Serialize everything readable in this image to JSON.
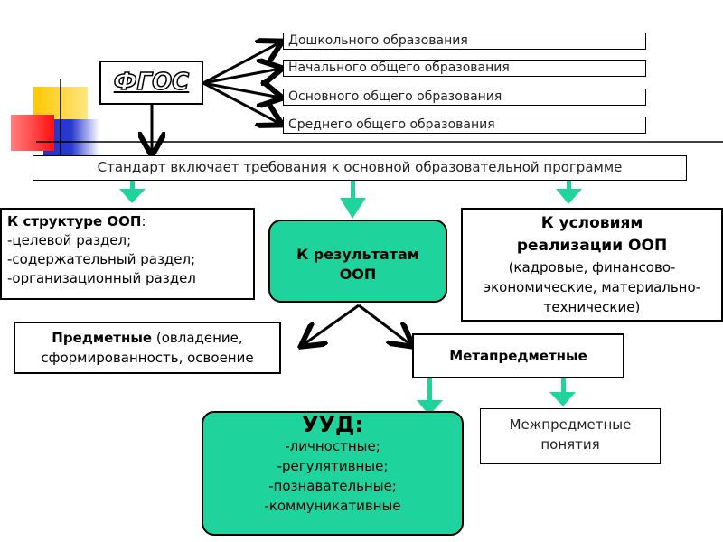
{
  "fgos": "ФГОС",
  "levels": [
    "Дошкольного образования",
    "Начального общего образования",
    "Основного общего образования",
    "Среднего общего образования"
  ],
  "standard": "Стандарт включает требования к основной образовательной программе",
  "structure": {
    "title": "К структуре ООП",
    "colon": ":",
    "items": [
      "-целевой раздел;",
      "-содержательный раздел;",
      "-организационный раздел"
    ]
  },
  "results": {
    "title": "К результатам ООП"
  },
  "conditions": {
    "title": "К условиям реализации ООП",
    "text": "(кадровые, финансово-экономические, материально-технические)"
  },
  "subject": {
    "title": "Предметные",
    "text": " (овладение, сформированность, освоение"
  },
  "meta": {
    "title": "Метапредметные"
  },
  "uud": {
    "title": "УУД:",
    "items": [
      "-личностные;",
      "-регулятивные;",
      "-познавательные;",
      "-коммуникативные"
    ]
  },
  "inter": {
    "text": "Межпредметные понятия"
  },
  "colors": {
    "accent": "#1fd49c"
  }
}
